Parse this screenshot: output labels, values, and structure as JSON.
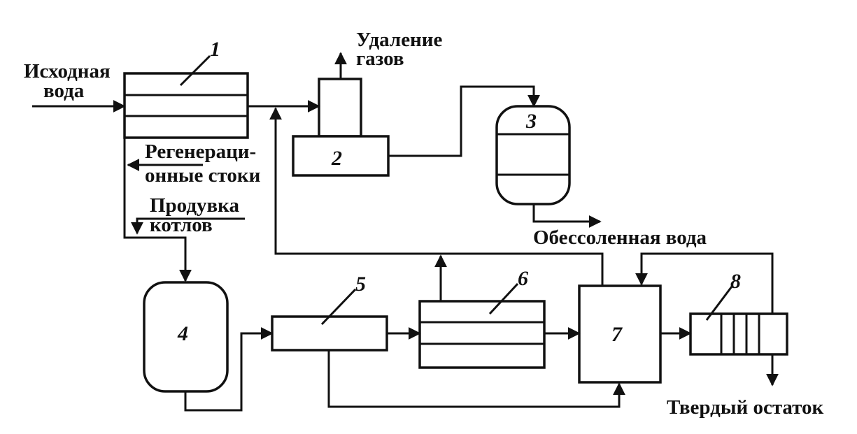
{
  "labels": {
    "source_water_line1": "Исходная",
    "source_water_line2": "вода",
    "gas_removal_line1": "Удаление",
    "gas_removal_line2": "газов",
    "regen_line1": "Регенераци-",
    "regen_line2": "онные стоки",
    "purge_line1": "Продувка",
    "purge_line2": "котлов",
    "demin_water": "Обессоленная вода",
    "solid_residue": "Твердый остаток"
  },
  "units": {
    "u1": "1",
    "u2": "2",
    "u3": "3",
    "u4": "4",
    "u5": "5",
    "u6": "6",
    "u7": "7",
    "u8": "8"
  }
}
